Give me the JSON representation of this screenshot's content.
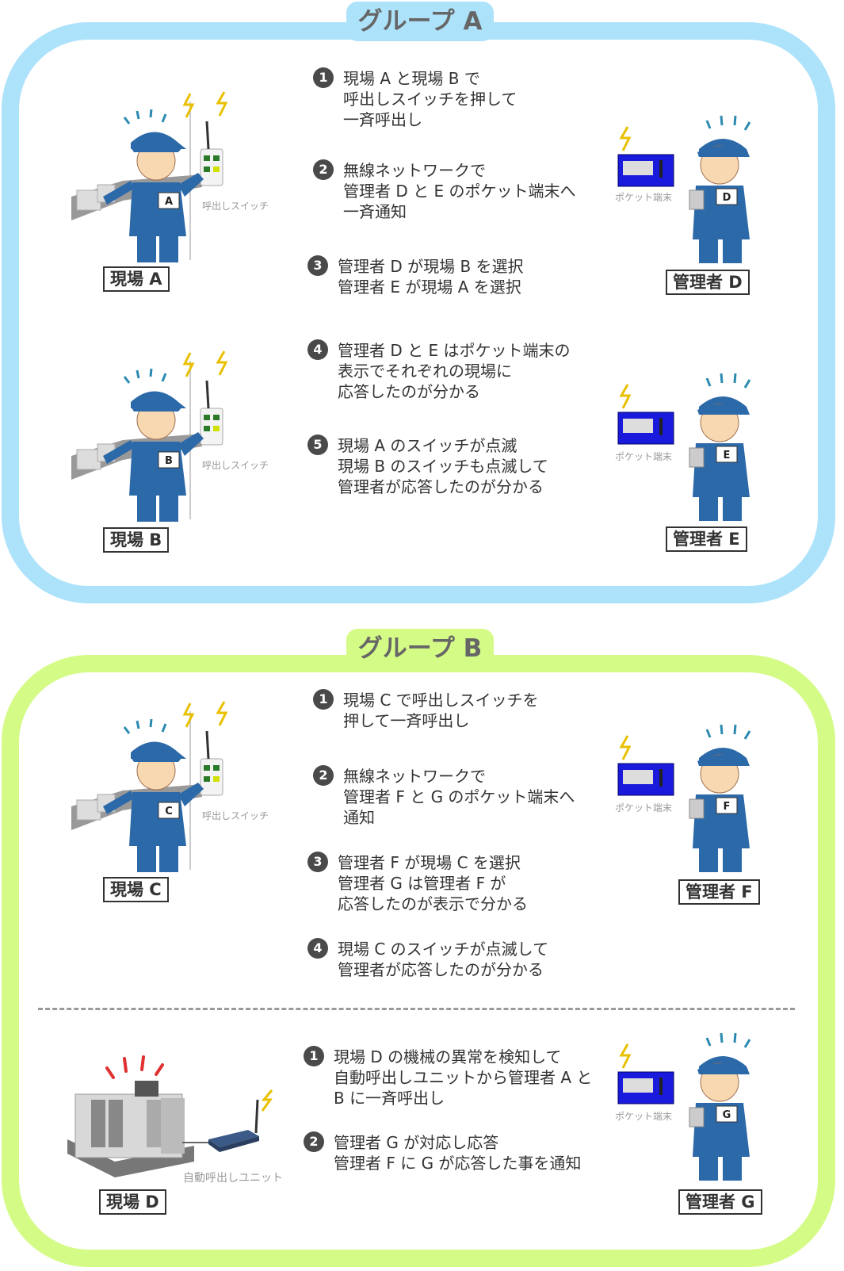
{
  "group_a": {
    "title": "グループ A",
    "steps": [
      {
        "num": "1",
        "lines": [
          "現場 A と現場 B で",
          "呼出しスイッチを押して",
          "一斉呼出し"
        ]
      },
      {
        "num": "2",
        "lines": [
          "無線ネットワークで",
          "管理者 D と E のポケット端末へ",
          "一斉通知"
        ]
      },
      {
        "num": "3",
        "lines": [
          "管理者 D が現場 B を選択",
          "管理者 E が現場 A を選択"
        ]
      },
      {
        "num": "4",
        "lines": [
          "管理者 D と E はポケット端末の",
          "表示でそれぞれの現場に",
          "応答したのが分かる"
        ]
      },
      {
        "num": "5",
        "lines": [
          "現場 A のスイッチが点滅",
          "現場 B のスイッチも点滅して",
          "管理者が応答したのが分かる"
        ]
      }
    ],
    "sites": [
      {
        "label": "現場 A",
        "badge": "A",
        "switch_caption": "呼出しスイッチ"
      },
      {
        "label": "現場 B",
        "badge": "B",
        "switch_caption": "呼出しスイッチ"
      }
    ],
    "managers": [
      {
        "label": "管理者 D",
        "badge": "D",
        "device_caption": "ポケット端末"
      },
      {
        "label": "管理者 E",
        "badge": "E",
        "device_caption": "ポケット端末"
      }
    ]
  },
  "group_b": {
    "title": "グループ B",
    "steps": [
      {
        "num": "1",
        "lines": [
          "現場 C で呼出しスイッチを",
          "押して一斉呼出し"
        ]
      },
      {
        "num": "2",
        "lines": [
          "無線ネットワークで",
          "管理者 F と G のポケット端末へ",
          "通知"
        ]
      },
      {
        "num": "3",
        "lines": [
          "管理者 F が現場 C を選択",
          "管理者 G は管理者 F が",
          "応答したのが表示で分かる"
        ]
      },
      {
        "num": "4",
        "lines": [
          "現場 C のスイッチが点滅して",
          "管理者が応答したのが分かる"
        ]
      }
    ],
    "steps2": [
      {
        "num": "1",
        "lines": [
          "現場 D の機械の異常を検知して",
          "自動呼出しユニットから管理者 A と",
          "B に一斉呼出し"
        ]
      },
      {
        "num": "2",
        "lines": [
          "管理者 G が対応し応答",
          "管理者 F に G が応答した事を通知"
        ]
      }
    ],
    "site_c": {
      "label": "現場 C",
      "badge": "C",
      "switch_caption": "呼出しスイッチ"
    },
    "site_d": {
      "label": "現場 D",
      "unit_caption": "自動呼出しユニット"
    },
    "managers": [
      {
        "label": "管理者 F",
        "badge": "F",
        "device_caption": "ポケット端末"
      },
      {
        "label": "管理者 G",
        "badge": "G",
        "device_caption": "ポケット端末"
      }
    ]
  },
  "colors": {
    "group_a": "#ade2fb",
    "group_b": "#d5fb87",
    "uniform": "#2c69a8",
    "device": "#1a1adc",
    "alert": "#e8c000",
    "machine_alert": "#e03030"
  }
}
